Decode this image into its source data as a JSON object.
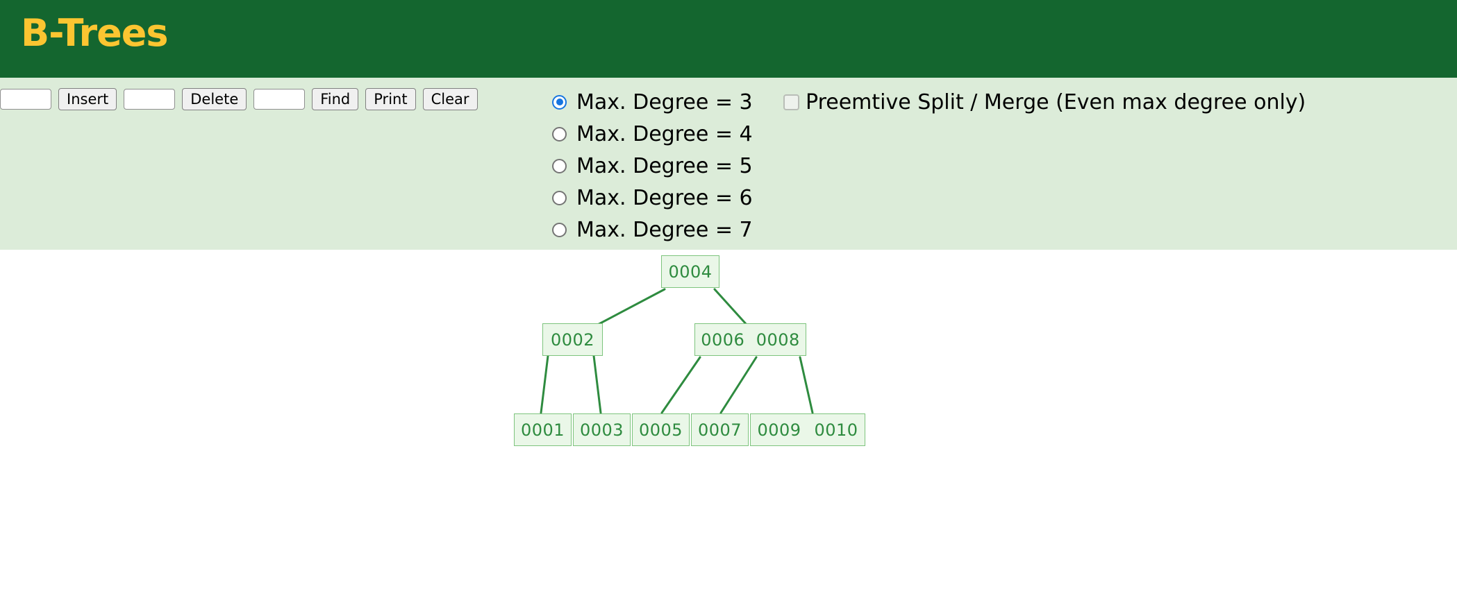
{
  "header": {
    "title": "B-Trees",
    "bg_color": "#14662f",
    "title_color": "#fbc531"
  },
  "control_panel": {
    "bg_color": "#dcecd9",
    "toolbar": {
      "insert_value": "",
      "insert_placeholder": "",
      "insert_label": "Insert",
      "delete_value": "",
      "delete_placeholder": "",
      "delete_label": "Delete",
      "find_value": "",
      "find_placeholder": "",
      "find_label": "Find",
      "print_label": "Print",
      "clear_label": "Clear"
    },
    "degree_options": [
      {
        "label": "Max. Degree = 3",
        "value": "3",
        "selected": true
      },
      {
        "label": "Max. Degree = 4",
        "value": "4",
        "selected": false
      },
      {
        "label": "Max. Degree = 5",
        "value": "5",
        "selected": false
      },
      {
        "label": "Max. Degree = 6",
        "value": "6",
        "selected": false
      },
      {
        "label": "Max. Degree = 7",
        "value": "7",
        "selected": false
      }
    ],
    "preemptive": {
      "label": "Preemtive Split / Merge (Even max degree only)",
      "checked": false
    },
    "selected_accent_color": "#1675e0"
  },
  "tree": {
    "node_fill": "#eaf7e8",
    "node_border": "#7dc47d",
    "key_color": "#2e8b3f",
    "edge_color": "#2e8b3f",
    "levels": [
      {
        "level": 0,
        "nodes": [
          {
            "id": "root",
            "keys": [
              "0004"
            ]
          }
        ]
      },
      {
        "level": 1,
        "nodes": [
          {
            "id": "n-left",
            "keys": [
              "0002"
            ]
          },
          {
            "id": "n-right",
            "keys": [
              "0006",
              "0008"
            ]
          }
        ]
      },
      {
        "level": 2,
        "nodes": [
          {
            "id": "leaf-1",
            "keys": [
              "0001"
            ]
          },
          {
            "id": "leaf-2",
            "keys": [
              "0003"
            ]
          },
          {
            "id": "leaf-3",
            "keys": [
              "0005"
            ]
          },
          {
            "id": "leaf-4",
            "keys": [
              "0007"
            ]
          },
          {
            "id": "leaf-5",
            "keys": [
              "0009",
              "0010"
            ]
          }
        ]
      }
    ]
  }
}
